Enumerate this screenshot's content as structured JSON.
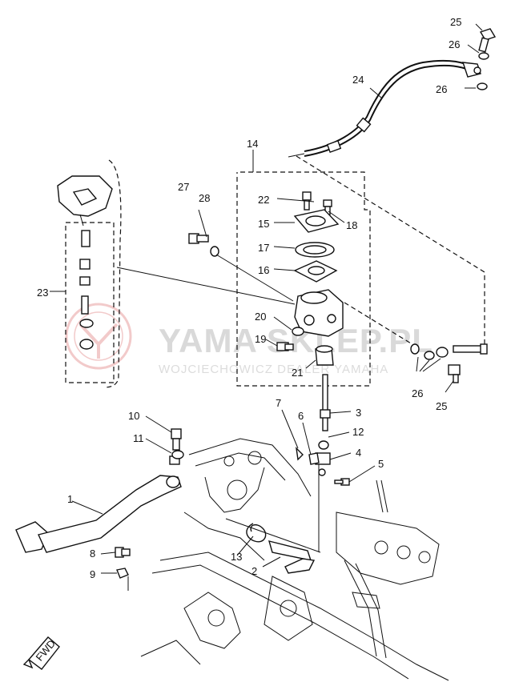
{
  "watermark": {
    "title": "YAMA  SKLEP.PL",
    "subtitle": "WOJCIECHOWICZ  DEALER YAMAHA"
  },
  "direction_marker": "FWD",
  "callouts": [
    {
      "id": "c1",
      "text": "1"
    },
    {
      "id": "c2",
      "text": "2"
    },
    {
      "id": "c3",
      "text": "3"
    },
    {
      "id": "c4",
      "text": "4"
    },
    {
      "id": "c5",
      "text": "5"
    },
    {
      "id": "c6",
      "text": "6"
    },
    {
      "id": "c7",
      "text": "7"
    },
    {
      "id": "c8",
      "text": "8"
    },
    {
      "id": "c9",
      "text": "9"
    },
    {
      "id": "c10",
      "text": "10"
    },
    {
      "id": "c11",
      "text": "11"
    },
    {
      "id": "c12",
      "text": "12"
    },
    {
      "id": "c13",
      "text": "13"
    },
    {
      "id": "c14",
      "text": "14"
    },
    {
      "id": "c15",
      "text": "15"
    },
    {
      "id": "c16",
      "text": "16"
    },
    {
      "id": "c17",
      "text": "17"
    },
    {
      "id": "c18",
      "text": "18"
    },
    {
      "id": "c19",
      "text": "19"
    },
    {
      "id": "c20",
      "text": "20"
    },
    {
      "id": "c21",
      "text": "21"
    },
    {
      "id": "c22",
      "text": "22"
    },
    {
      "id": "c23",
      "text": "23"
    },
    {
      "id": "c24",
      "text": "24"
    },
    {
      "id": "c25a",
      "text": "25"
    },
    {
      "id": "c25b",
      "text": "25"
    },
    {
      "id": "c26a",
      "text": "26"
    },
    {
      "id": "c26b",
      "text": "26"
    },
    {
      "id": "c26c",
      "text": "26"
    },
    {
      "id": "c27",
      "text": "27"
    },
    {
      "id": "c28",
      "text": "28"
    }
  ],
  "colors": {
    "ink": "#111111",
    "watermark": "#d9d9d9",
    "watermark_logo": "#e8a0a0"
  }
}
